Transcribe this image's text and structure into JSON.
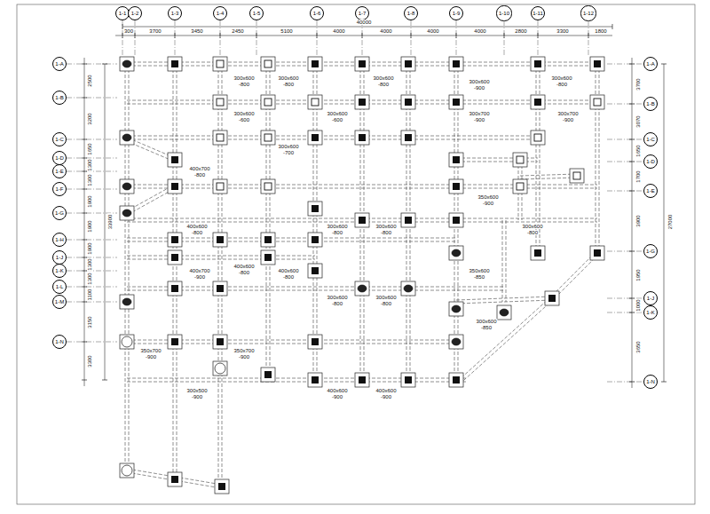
{
  "diagram": {
    "nodes": [
      {
        "text": [
          "1-1"
        ]
      },
      {
        "text": [
          "1-2"
        ]
      },
      {
        "text": [
          "1-3"
        ]
      },
      {
        "text": [
          "1-4"
        ]
      },
      {
        "text": [
          "1-5"
        ]
      },
      {
        "text": [
          "1-6"
        ]
      },
      {
        "text": [
          "1-7"
        ]
      },
      {
        "text": [
          "1-8"
        ]
      },
      {
        "text": [
          "1-9"
        ]
      },
      {
        "text": [
          "1-10"
        ]
      },
      {
        "text": [
          "1-11"
        ]
      },
      {
        "text": [
          "1-12"
        ]
      },
      {
        "text": [
          "1-A"
        ]
      },
      {
        "text": [
          "1-B"
        ]
      },
      {
        "text": [
          "1-C"
        ]
      },
      {
        "text": [
          "1-D"
        ]
      },
      {
        "text": [
          "1-E"
        ]
      },
      {
        "text": [
          "1-F"
        ]
      },
      {
        "text": [
          "1-G"
        ]
      },
      {
        "text": [
          "1-H"
        ]
      },
      {
        "text": [
          "1-J"
        ]
      },
      {
        "text": [
          "1-K"
        ]
      },
      {
        "text": [
          "1-L"
        ]
      },
      {
        "text": [
          "1-M"
        ]
      },
      {
        "text": [
          "1-N"
        ]
      },
      {
        "text": [
          "1-A"
        ]
      },
      {
        "text": [
          "1-B"
        ]
      },
      {
        "text": [
          "1-C"
        ]
      },
      {
        "text": [
          "1-D"
        ]
      },
      {
        "text": [
          "1-E"
        ]
      },
      {
        "text": [
          "1-G"
        ]
      },
      {
        "text": [
          "1-J"
        ]
      },
      {
        "text": [
          "1-K"
        ]
      },
      {
        "text": [
          "1-N"
        ]
      }
    ],
    "labels": [
      "300",
      "3700",
      "3450",
      "2450",
      "5100",
      "4000",
      "4000",
      "4000",
      "4000",
      "2800",
      "3300",
      "1800",
      "40000",
      "2500",
      "3200",
      "1650",
      "1300",
      "1300",
      "1900",
      "1900",
      "1900",
      "1300",
      "1300",
      "1100",
      "3150",
      "3300",
      "33900",
      "3700",
      "3070",
      "1650",
      "1700",
      "3900",
      "1950",
      "1000",
      "3650",
      "27000",
      "300x600",
      "-800",
      "300x600",
      "-800",
      "300x600",
      "-800",
      "300x600",
      "-900",
      "300x600",
      "-800",
      "300x600",
      "-600",
      "300x600",
      "-600",
      "300x700",
      "-900",
      "300x700",
      "-900",
      "300x600",
      "-700",
      "400x700",
      "-800",
      "350x600",
      "-900",
      "300x600",
      "-800",
      "300x600",
      "-800",
      "300x600",
      "-800",
      "400x600",
      "-800",
      "400x600",
      "-800",
      "400x600",
      "-800",
      "400x700",
      "-900",
      "300x600",
      "-800",
      "300x600",
      "-800",
      "300x600",
      "-850",
      "350x700",
      "-900",
      "350x700",
      "-900",
      "400x600",
      "-900",
      "400x600",
      "-900",
      "300x500",
      "-900",
      "350x600",
      "-850"
    ]
  }
}
